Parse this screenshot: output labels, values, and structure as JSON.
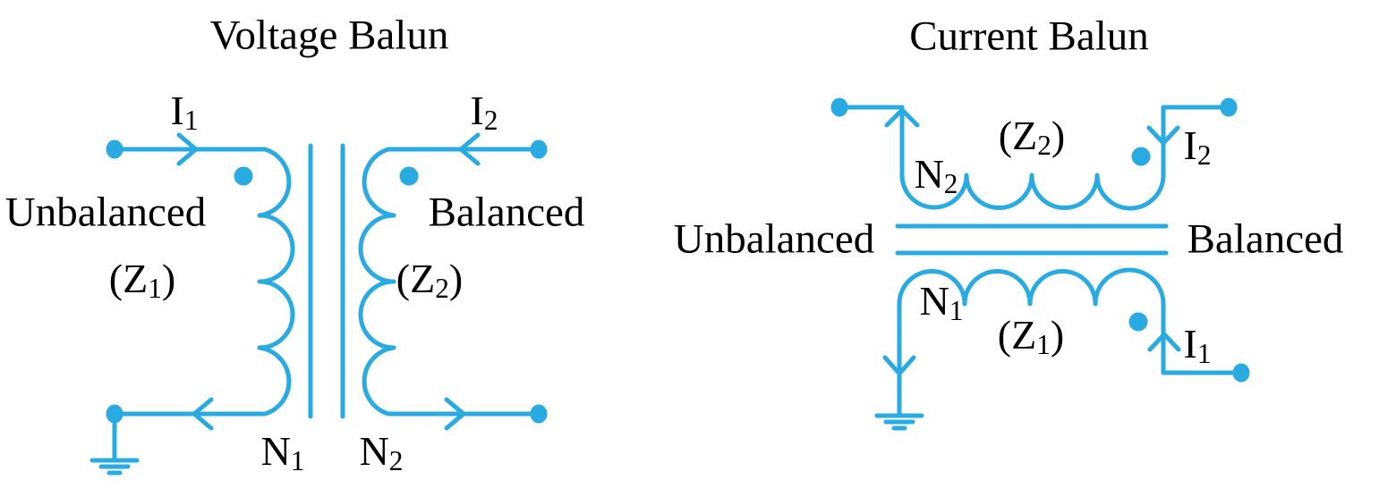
{
  "colors": {
    "line": "#29ABE2",
    "text": "#000000",
    "background": "#FFFFFF"
  },
  "voltage_balun": {
    "title": "Voltage Balun",
    "unbalanced_label": "Unbalanced",
    "balanced_label": "Balanced",
    "current_primary": {
      "pre": "I",
      "sub": "1",
      "post": ""
    },
    "current_secondary": {
      "pre": "I",
      "sub": "2",
      "post": ""
    },
    "impedance_primary": {
      "pre": "(Z",
      "sub": "1",
      "post": ")"
    },
    "impedance_secondary": {
      "pre": "(Z",
      "sub": "2",
      "post": ")"
    },
    "turns_primary": {
      "pre": "N",
      "sub": "1",
      "post": ""
    },
    "turns_secondary": {
      "pre": "N",
      "sub": "2",
      "post": ""
    }
  },
  "current_balun": {
    "title": "Current Balun",
    "unbalanced_label": "Unbalanced",
    "balanced_label": "Balanced",
    "turns_secondary": {
      "pre": "N",
      "sub": "2",
      "post": ""
    },
    "impedance_secondary": {
      "pre": "(Z",
      "sub": "2",
      "post": ")"
    },
    "current_secondary": {
      "pre": "I",
      "sub": "2",
      "post": ""
    },
    "turns_primary": {
      "pre": "N",
      "sub": "1",
      "post": ""
    },
    "impedance_primary": {
      "pre": "(Z",
      "sub": "1",
      "post": ")"
    },
    "current_primary": {
      "pre": "I",
      "sub": "1",
      "post": ""
    }
  }
}
